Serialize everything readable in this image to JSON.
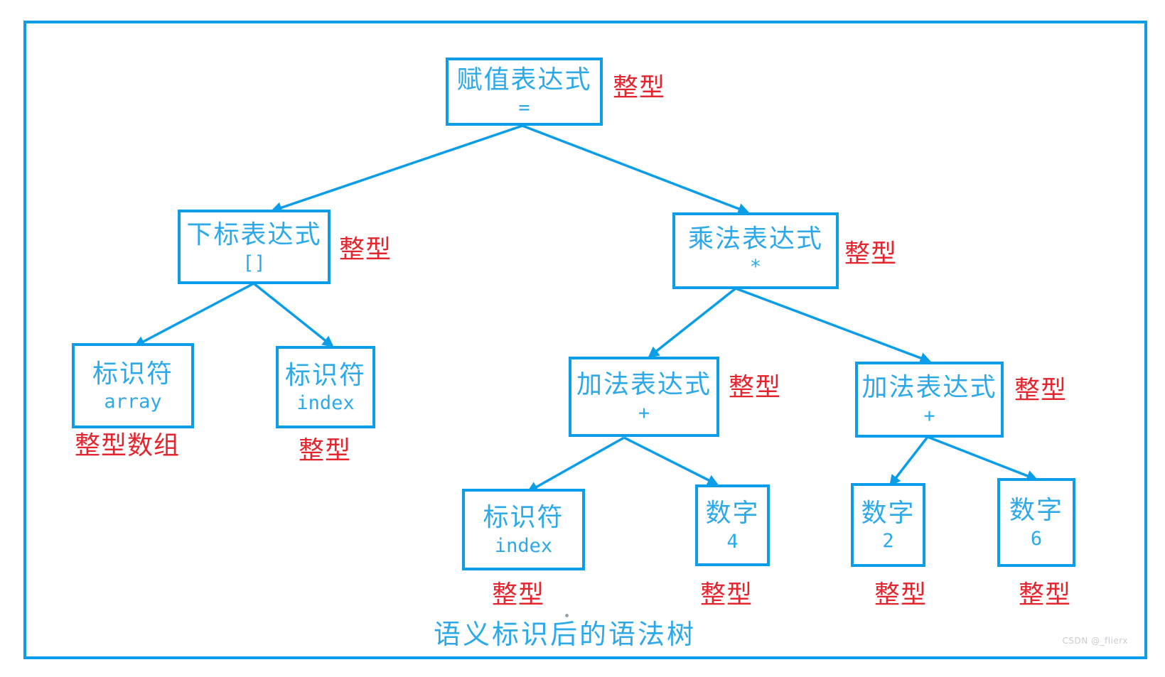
{
  "diagram": {
    "caption": "语义标识后的语法树",
    "watermark": "CSDN @_flierx",
    "colors": {
      "node_blue": "#0b9de8",
      "type_red": "#e4252e"
    },
    "nodes": {
      "root": {
        "title": "赋值表达式",
        "symbol": "=",
        "type": "整型"
      },
      "subscript": {
        "title": "下标表达式",
        "symbol": "[]",
        "type": "整型"
      },
      "multiply": {
        "title": "乘法表达式",
        "symbol": "*",
        "type": "整型"
      },
      "id_array": {
        "title": "标识符",
        "symbol": "array",
        "type": "整型数组"
      },
      "id_index": {
        "title": "标识符",
        "symbol": "index",
        "type": "整型"
      },
      "add_left": {
        "title": "加法表达式",
        "symbol": "+",
        "type": "整型"
      },
      "add_right": {
        "title": "加法表达式",
        "symbol": "+",
        "type": "整型"
      },
      "leaf_index": {
        "title": "标识符",
        "symbol": "index",
        "type": "整型"
      },
      "num4": {
        "title": "数字",
        "symbol": "4",
        "type": "整型"
      },
      "num2": {
        "title": "数字",
        "symbol": "2",
        "type": "整型"
      },
      "num6": {
        "title": "数字",
        "symbol": "6",
        "type": "整型"
      }
    }
  }
}
